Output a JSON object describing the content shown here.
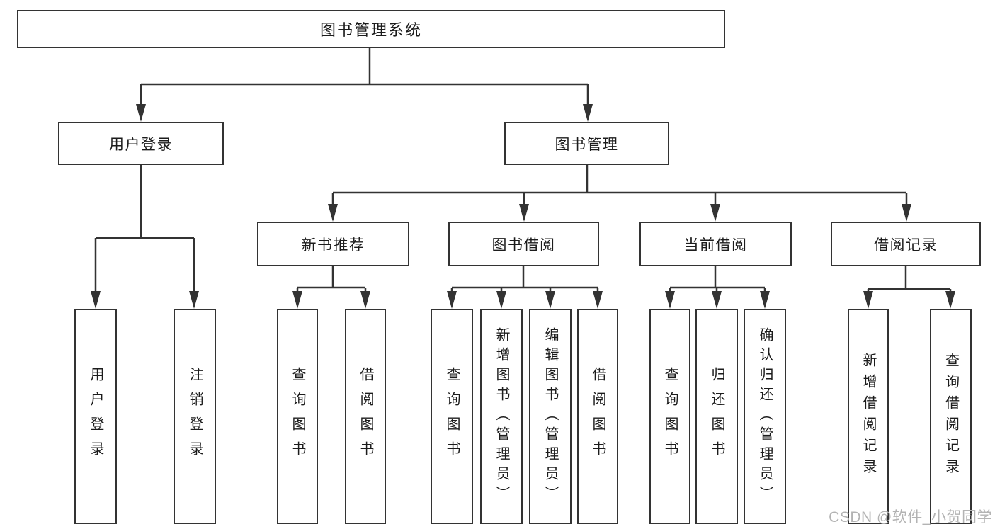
{
  "diagram": {
    "type": "tree",
    "root": {
      "label": "图书管理系统",
      "children": [
        {
          "label": "用户登录",
          "children": [
            {
              "label": "用户登录"
            },
            {
              "label": "注销登录"
            }
          ]
        },
        {
          "label": "图书管理",
          "children": [
            {
              "label": "新书推荐",
              "children": [
                {
                  "label": "查询图书"
                },
                {
                  "label": "借阅图书"
                }
              ]
            },
            {
              "label": "图书借阅",
              "children": [
                {
                  "label": "查询图书"
                },
                {
                  "label": "新增图书（管理员）"
                },
                {
                  "label": "编辑图书（管理员）"
                },
                {
                  "label": "借阅图书"
                }
              ]
            },
            {
              "label": "当前借阅",
              "children": [
                {
                  "label": "查询图书"
                },
                {
                  "label": "归还图书"
                },
                {
                  "label": "确认归还（管理员）"
                }
              ]
            },
            {
              "label": "借阅记录",
              "children": [
                {
                  "label": "新增借阅记录"
                },
                {
                  "label": "查询借阅记录"
                }
              ]
            }
          ]
        }
      ]
    }
  },
  "watermark": {
    "text": "CSDN @软件_小贺同学"
  },
  "colors": {
    "line": "#333333",
    "box_border": "#333333",
    "box_fill": "#ffffff",
    "text": "#1c1c1c",
    "watermark": "#b3b3b3",
    "background": "#ffffff"
  }
}
